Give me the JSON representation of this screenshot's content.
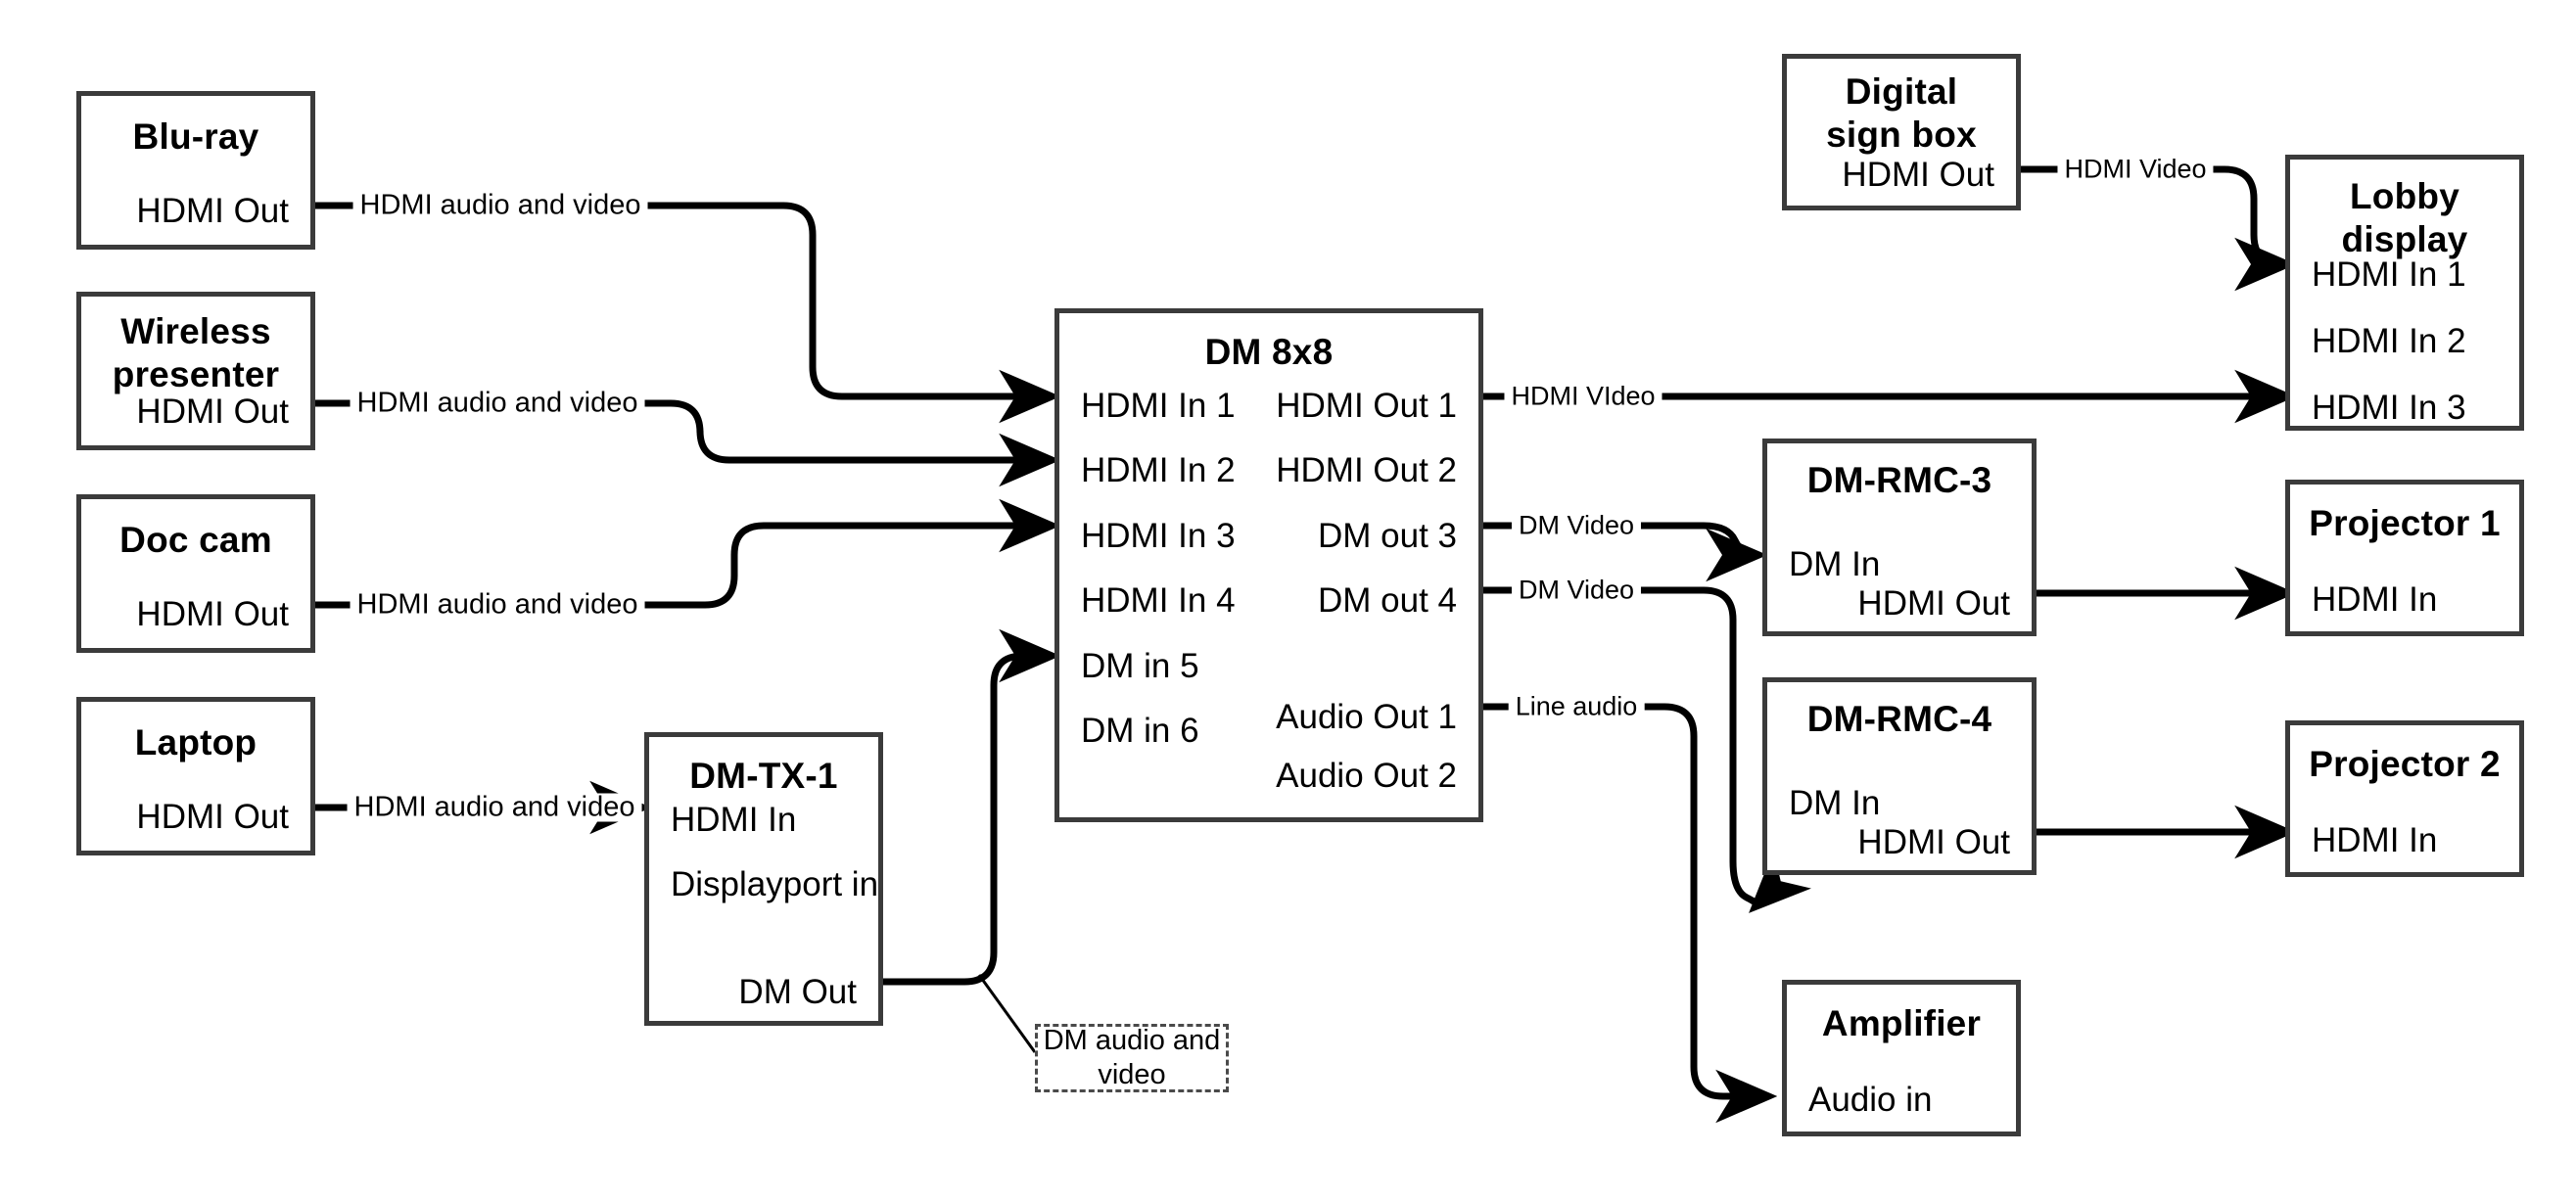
{
  "diagram": {
    "type": "av-signal-flow",
    "nodes": [
      {
        "id": "bluray",
        "title": "Blu-ray",
        "ports_right": [
          "HDMI Out"
        ]
      },
      {
        "id": "wireless",
        "title": "Wireless presenter",
        "ports_right": [
          "HDMI Out"
        ]
      },
      {
        "id": "doccam",
        "title": "Doc cam",
        "ports_right": [
          "HDMI Out"
        ]
      },
      {
        "id": "laptop",
        "title": "Laptop",
        "ports_right": [
          "HDMI Out"
        ]
      },
      {
        "id": "dmtx1",
        "title": "DM-TX-1",
        "ports_left": [
          "HDMI In",
          "Displayport in"
        ],
        "ports_right": [
          "DM Out"
        ]
      },
      {
        "id": "dm8x8",
        "title": "DM 8x8",
        "ports_left": [
          "HDMI In 1",
          "HDMI In 2",
          "HDMI In 3",
          "HDMI In 4",
          "DM in 5",
          "DM in 6"
        ],
        "ports_right": [
          "HDMI Out 1",
          "HDMI Out 2",
          "DM out 3",
          "DM out 4",
          "Audio Out 1",
          "Audio Out 2"
        ]
      },
      {
        "id": "digitalsign",
        "title": "Digital sign box",
        "ports_right": [
          "HDMI Out"
        ]
      },
      {
        "id": "lobby",
        "title": "Lobby display",
        "ports_left": [
          "HDMI In 1",
          "HDMI In 2",
          "HDMI In 3"
        ]
      },
      {
        "id": "rmc3",
        "title": "DM-RMC-3",
        "ports_left": [
          "DM In"
        ],
        "ports_right": [
          "HDMI Out"
        ]
      },
      {
        "id": "rmc4",
        "title": "DM-RMC-4",
        "ports_left": [
          "DM In"
        ],
        "ports_right": [
          "HDMI Out"
        ]
      },
      {
        "id": "proj1",
        "title": "Projector 1",
        "ports_left": [
          "HDMI In"
        ]
      },
      {
        "id": "proj2",
        "title": "Projector 2",
        "ports_left": [
          "HDMI In"
        ]
      },
      {
        "id": "amplifier",
        "title": "Amplifier",
        "ports_left": [
          "Audio in"
        ]
      }
    ],
    "edge_labels": {
      "bluray_to_in1": "HDMI audio and video",
      "wireless_to_in2": "HDMI audio and video",
      "doccam_to_in3": "HDMI audio and video",
      "laptop_to_tx1": "HDMI audio and video",
      "sign_to_lobby1": "HDMI Video",
      "hdmiout1_to_lobby3": "HDMI VIdeo",
      "dmout3_to_rmc3": "DM Video",
      "dmout4_to_rmc4": "DM Video",
      "audioout1_to_amp": "Line audio"
    },
    "callout": {
      "text": "DM audio and video"
    },
    "colors": {
      "stroke": "#3b3b3b",
      "wire": "#000000",
      "callout_border": "#4a4a4a",
      "background": "#ffffff"
    }
  }
}
